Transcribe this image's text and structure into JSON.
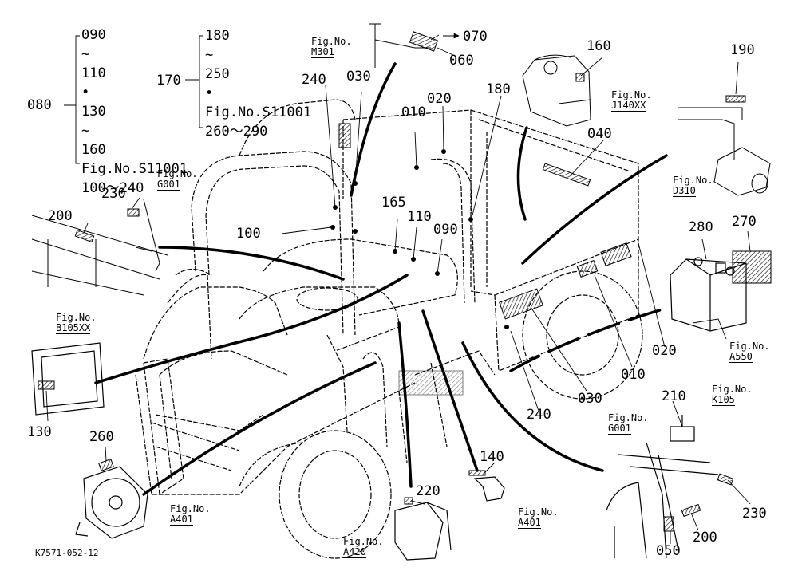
{
  "drawing_code": "K7571-052-12",
  "group_080": {
    "label": "080",
    "lines": [
      "090",
      "~",
      "110",
      "•",
      "130",
      "~",
      "160",
      "Fig.No.S11001",
      "100～240"
    ]
  },
  "group_170": {
    "label": "170",
    "lines": [
      "180",
      "~",
      "250",
      "•",
      "Fig.No.S11001",
      "260～290"
    ]
  },
  "callouts": {
    "c030a": "030",
    "c240a": "240",
    "c100": "100",
    "c010a": "010",
    "c020a": "020",
    "c180": "180",
    "c070": "070",
    "c060": "060",
    "c160": "160",
    "c190": "190",
    "c040": "040",
    "c165": "165",
    "c110": "110",
    "c090": "090",
    "c230a": "230",
    "c200a": "200",
    "c280": "280",
    "c270": "270",
    "c020b": "020",
    "c010b": "010",
    "c030b": "030",
    "c240b": "240",
    "c130": "130",
    "c260": "260",
    "c220": "220",
    "c140": "140",
    "c210": "210",
    "c230b": "230",
    "c200b": "200",
    "c050": "050"
  },
  "figrefs": {
    "m301": {
      "line1": "Fig.No.",
      "line2": "M301"
    },
    "j140xx": {
      "line1": "Fig.No.",
      "line2": "J140XX"
    },
    "d310": {
      "line1": "Fig.No.",
      "line2": "D310"
    },
    "g001a": {
      "line1": "Fig.No.",
      "line2": "G001"
    },
    "b105xx": {
      "line1": "Fig.No.",
      "line2": "B105XX"
    },
    "a550": {
      "line1": "Fig.No.",
      "line2": "A550"
    },
    "k105": {
      "line1": "Fig.No.",
      "line2": "K105"
    },
    "g001b": {
      "line1": "Fig.No.",
      "line2": "G001"
    },
    "a401a": {
      "line1": "Fig.No.",
      "line2": "A401"
    },
    "a401b": {
      "line1": "Fig.No.",
      "line2": "A401"
    },
    "a420": {
      "line1": "Fig.No.",
      "line2": "A420"
    }
  },
  "colors": {
    "ink": "#000000",
    "paper": "#ffffff"
  }
}
